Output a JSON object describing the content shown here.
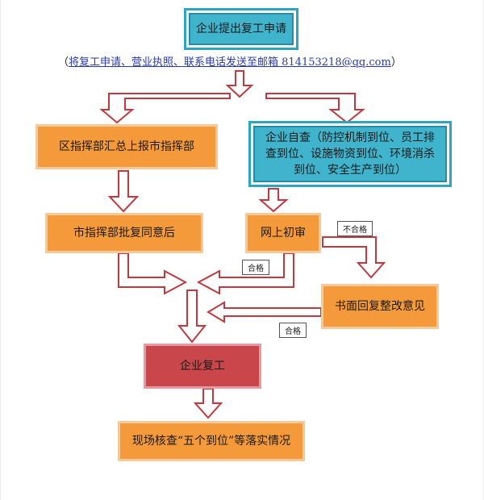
{
  "nodes": {
    "submit": "企业提出复工申请",
    "district": "区指挥部汇总上报市指挥部",
    "self_check": "企业自查（防控机制到位、员工排查到位、设施物资到位、环境消杀到位、安全生产到位）",
    "city_approve": "市指挥部批复同意后",
    "online_review": "网上初审",
    "written_reply": "书面回复整改意见",
    "resume": "企业复工",
    "onsite": "现场核查“五个到位”等落实情况"
  },
  "email_note": {
    "open": "（",
    "text": "将复工申请、营业执照、联系电话发送至邮箱 814153218@qq.com",
    "close": "）"
  },
  "edge_labels": {
    "fail": "不合格",
    "pass_online": "合格",
    "pass_written": "合格"
  }
}
